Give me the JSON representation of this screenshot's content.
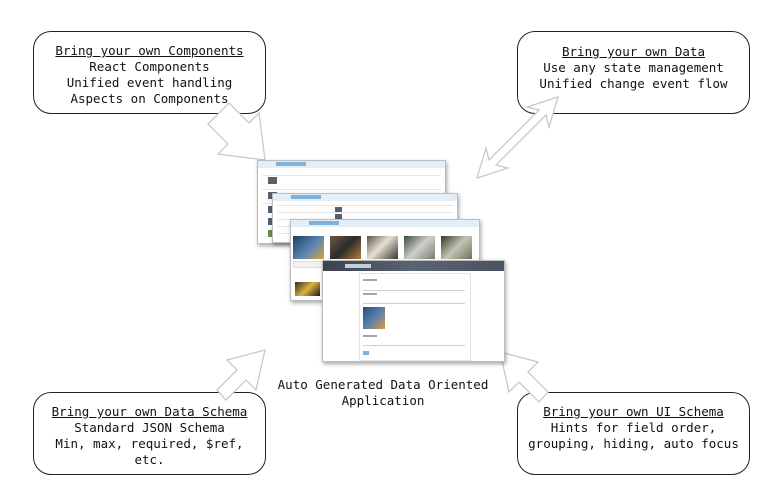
{
  "boxes": {
    "components": {
      "heading": "Bring your own Components",
      "lines": [
        "React Components",
        "Unified event handling",
        "Aspects on Components"
      ]
    },
    "data": {
      "heading": "Bring your own Data",
      "lines": [
        "Use any state management",
        "Unified change event flow"
      ]
    },
    "data_schema": {
      "heading": "Bring your own Data Schema",
      "lines": [
        "Standard JSON Schema",
        "Min, max, required, $ref,",
        "etc."
      ]
    },
    "ui_schema": {
      "heading": "Bring your own UI Schema",
      "lines": [
        "Hints for field order,",
        "grouping, hiding, auto focus"
      ]
    }
  },
  "caption": {
    "line1": "Auto Generated Data Oriented",
    "line2": "Application"
  },
  "colors": {
    "arrow_fill": "#ffffff",
    "arrow_stroke": "#c8c8c8",
    "accent": "#7fb2da"
  }
}
